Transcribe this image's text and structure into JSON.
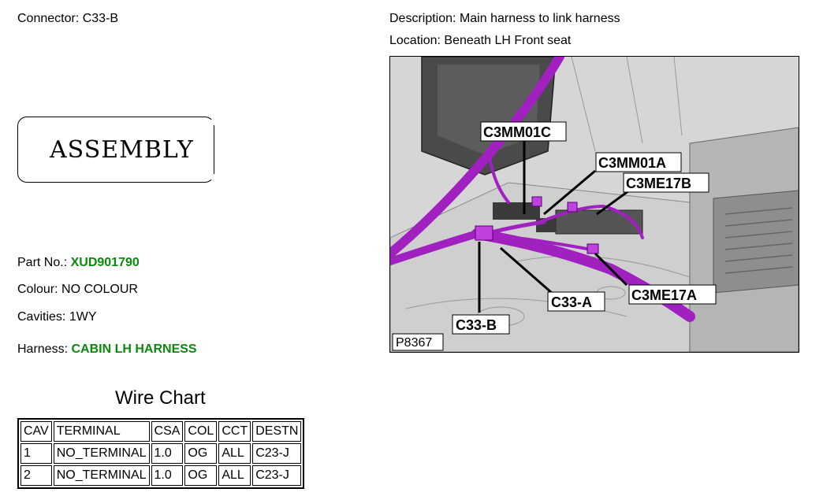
{
  "connector": {
    "label": "Connector:",
    "value": "C33-B"
  },
  "description": {
    "label": "Description:",
    "value": "Main harness to link harness"
  },
  "location": {
    "label": "Location:",
    "value": "Beneath LH Front seat"
  },
  "assembly_label": "ASSEMBLY",
  "part_no": {
    "label": "Part No.:",
    "value": "XUD901790"
  },
  "colour": {
    "label": "Colour:",
    "value": "NO COLOUR"
  },
  "cavities": {
    "label": "Cavities:",
    "value": "1WY"
  },
  "harness": {
    "label": "Harness:",
    "value": "CABIN LH HARNESS"
  },
  "wire_chart": {
    "title": "Wire Chart",
    "headers": [
      "CAV",
      "TERMINAL",
      "CSA",
      "COL",
      "CCT",
      "DESTN"
    ],
    "rows": [
      [
        "1",
        "NO_TERMINAL",
        "1.0",
        "OG",
        "ALL",
        "C23-J"
      ],
      [
        "2",
        "NO_TERMINAL",
        "1.0",
        "OG",
        "ALL",
        "C23-J"
      ]
    ]
  },
  "image": {
    "reference": "P8367",
    "callouts": {
      "c3mm01c": "C3MM01C",
      "c3mm01a": "C3MM01A",
      "c3me17b": "C3ME17B",
      "c33a": "C33-A",
      "c3me17a": "C3ME17A",
      "c33b": "C33-B"
    }
  },
  "colors": {
    "highlight": "#0a8a0a",
    "harness": "#a020c0"
  }
}
